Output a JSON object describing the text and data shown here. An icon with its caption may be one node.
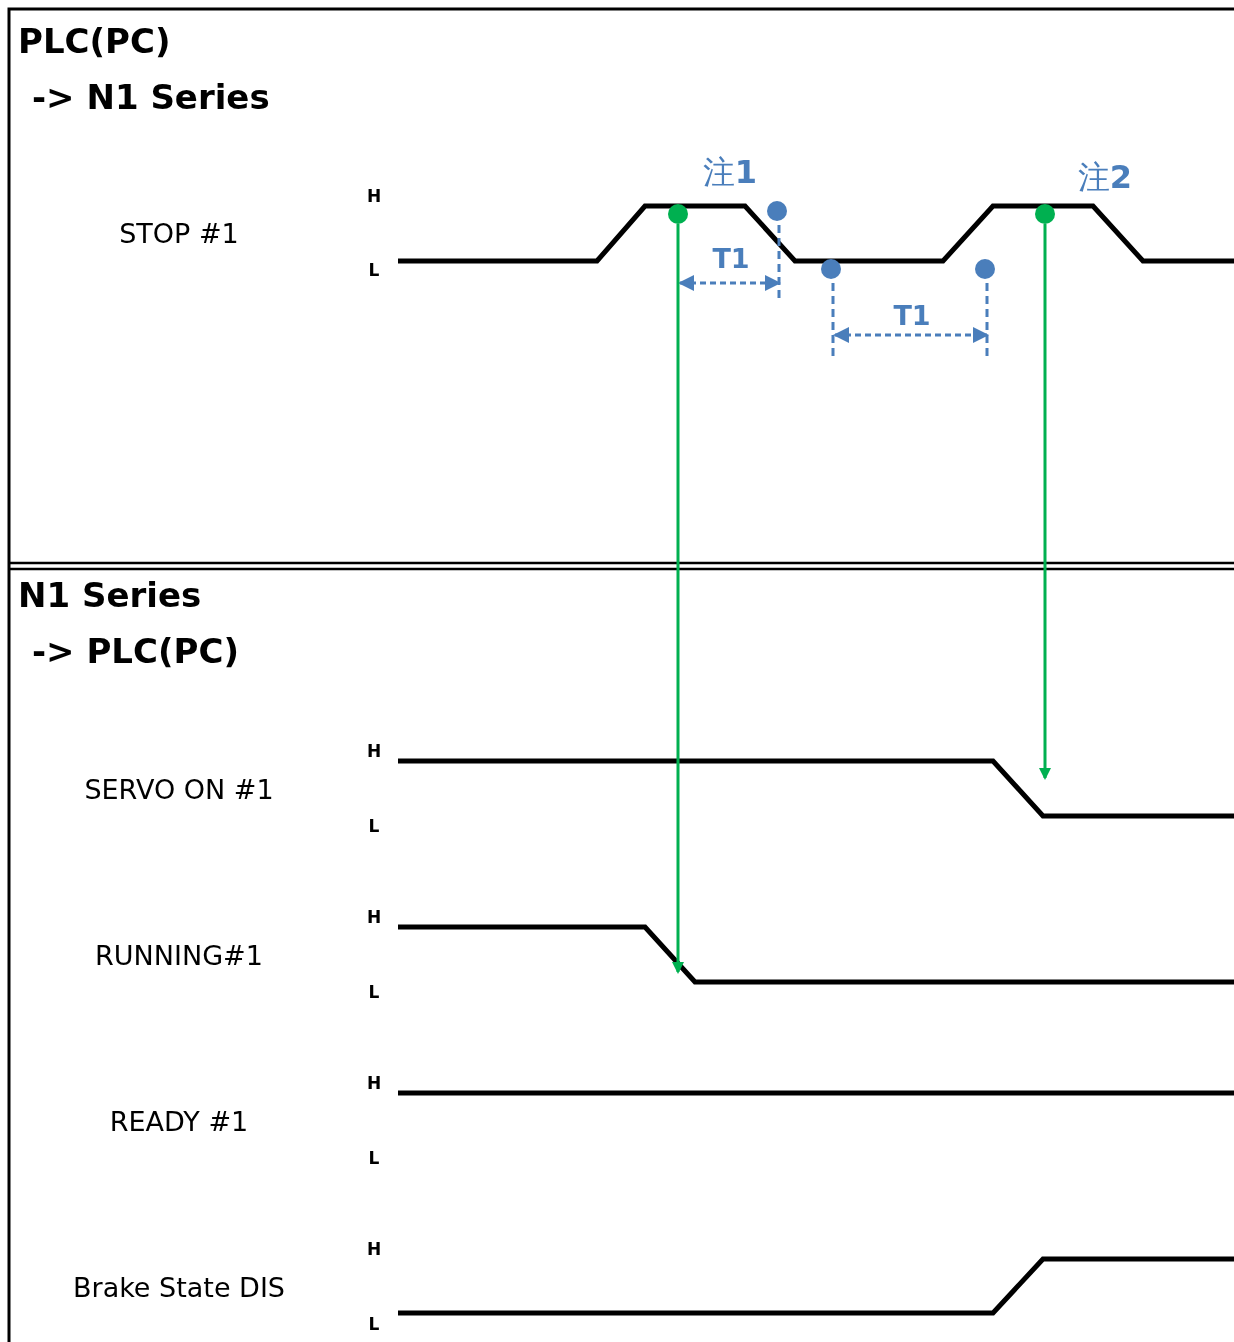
{
  "diagram": {
    "nodes": [
      {
        "text": [],
        "shape": "circle"
      },
      {
        "text": [],
        "shape": "circle"
      }
    ],
    "edges": [
      {
        "from": 0,
        "to": null,
        "arrow": "to"
      },
      {
        "from": 1,
        "to": null,
        "arrow": "to"
      }
    ],
    "labels": [
      "PLC(PC)",
      "-> N1 Series",
      "注**1**",
      "注**2**",
      "H",
      "STOP #1",
      "L",
      "T1",
      "T1",
      "N1 Series",
      "-> PLC(PC)",
      "H",
      "SERVO ON #1",
      "L",
      "H",
      "RUNNING#1",
      "L",
      "H",
      "READY #1",
      "L",
      "H",
      "Brake State DIS",
      "L"
    ]
  }
}
